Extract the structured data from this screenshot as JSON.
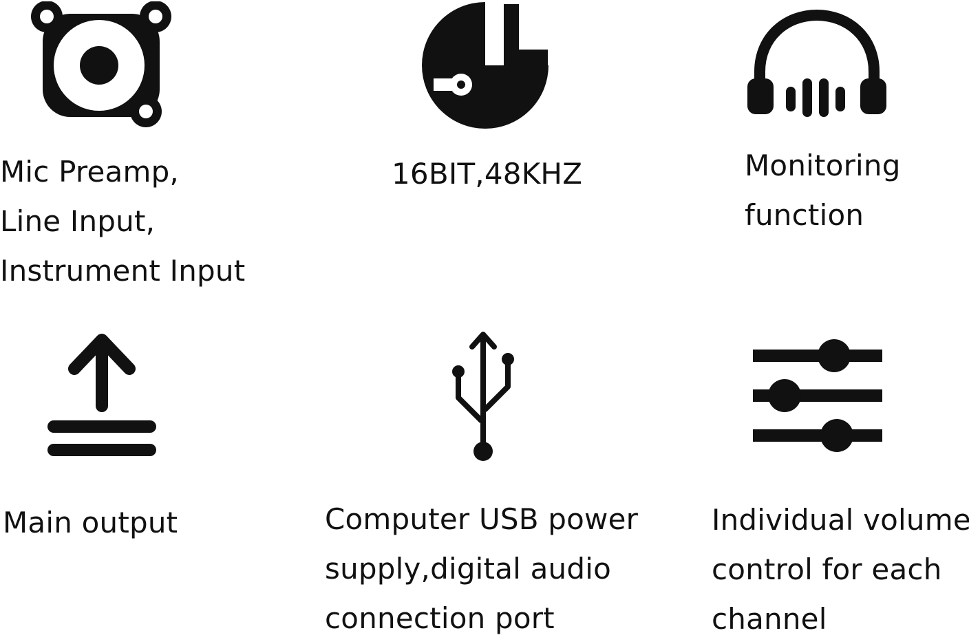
{
  "colors": {
    "background": "#ffffff",
    "ink": "#111111"
  },
  "features": [
    {
      "icon": "speaker-icon",
      "lines": [
        "Mic Preamp,",
        "Line Input,",
        "Instrument Input"
      ]
    },
    {
      "icon": "sample-rate-icon",
      "lines": [
        "16BIT,48KHZ"
      ]
    },
    {
      "icon": "headphones-icon",
      "lines": [
        "Monitoring",
        "function"
      ]
    },
    {
      "icon": "upload-arrow-icon",
      "lines": [
        "Main output"
      ]
    },
    {
      "icon": "usb-icon",
      "lines": [
        "Computer USB power",
        "supply,digital audio",
        "connection port"
      ]
    },
    {
      "icon": "sliders-icon",
      "lines": [
        "Individual volume",
        "control for each",
        "channel"
      ]
    }
  ]
}
